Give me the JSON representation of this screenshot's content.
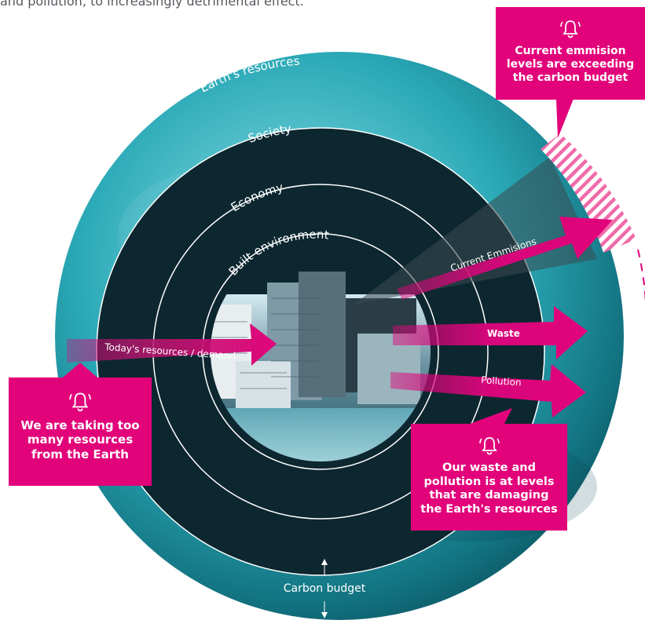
{
  "intro": {
    "text": "and pollution, to increasingly detrimental effect."
  },
  "rings": {
    "earth": "Earth's resources",
    "society": "Society",
    "economy": "Economy",
    "built": "Built environment",
    "carbon_budget": "Carbon budget"
  },
  "arrows": {
    "resources_demand": "Today's resources / demand",
    "current_emissions": "Current Emmisions",
    "waste": "Waste",
    "pollution": "Pollution"
  },
  "callouts": {
    "carbon_budget_warning": "Current emmision levels are exceeding the carbon budget",
    "resources_warning": "We are taking too many resources from the Earth",
    "waste_pollution_warning": "Our waste and pollution is at levels that are damaging the Earth's resources"
  },
  "colors": {
    "accent_pink": "#e2037a",
    "ring_dark": "#0d2730",
    "earth_teal": "#2aa8b6",
    "ring_line": "#ffffff"
  }
}
